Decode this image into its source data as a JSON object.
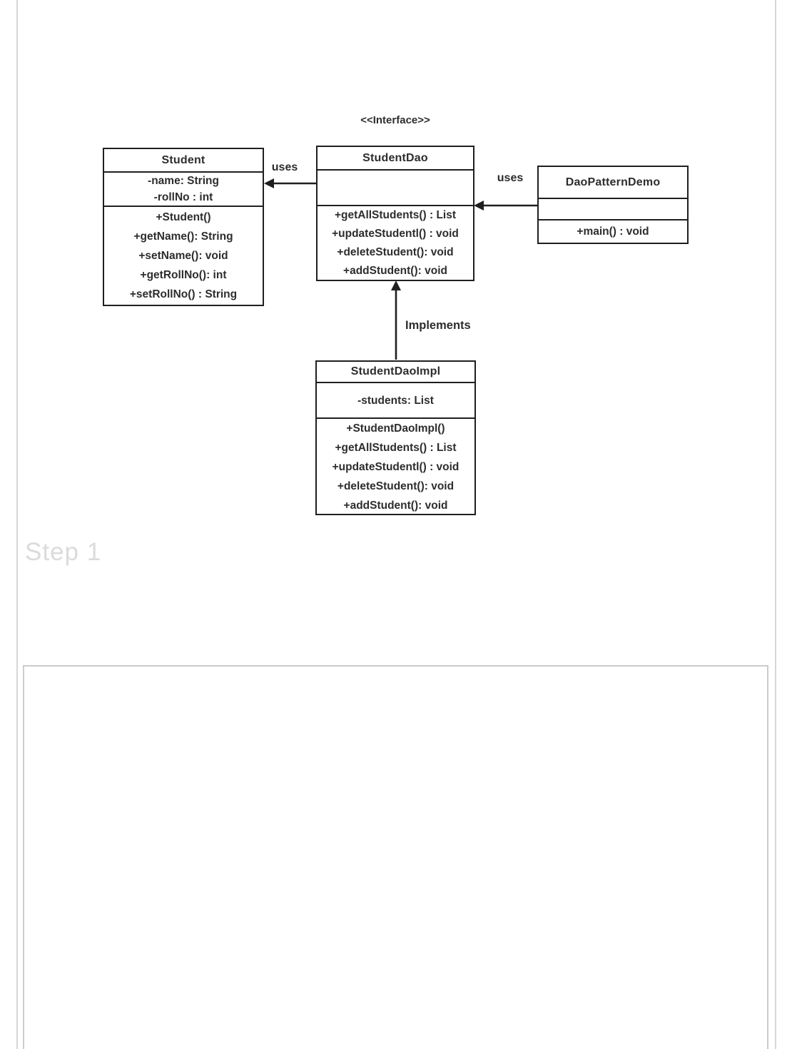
{
  "page": {
    "step_label": "Step 1"
  },
  "colors": {
    "diagram_line": "#1f1f1f",
    "diagram_text": "#2d2d2d",
    "page_edge": "#d6d6d6",
    "panel_border": "#cccccc",
    "step_text": "#dbdbdb",
    "box_fill": "#ffffff"
  },
  "diagram": {
    "stereotype": "<<Interface>>",
    "labels": {
      "uses_student": "uses",
      "uses_dao": "uses",
      "implements": "Implements"
    },
    "classes": {
      "student": {
        "title": "Student",
        "attributes": [
          "-name: String",
          "-rollNo : int"
        ],
        "methods": [
          "+Student()",
          "+getName(): String",
          "+setName(): void",
          "+getRollNo(): int",
          "+setRollNo() : String"
        ]
      },
      "student_dao": {
        "title": "StudentDao",
        "attributes": [],
        "methods": [
          "+getAllStudents() : List",
          "+updateStudentl() : void",
          "+deleteStudent(): void",
          "+addStudent(): void"
        ]
      },
      "dao_pattern_demo": {
        "title": "DaoPatternDemo",
        "attributes": [],
        "methods": [
          "+main() : void"
        ]
      },
      "student_dao_impl": {
        "title": "StudentDaoImpl",
        "attributes": [
          "-students: List"
        ],
        "methods": [
          "+StudentDaoImpl()",
          "+getAllStudents() : List",
          "+updateStudentl() : void",
          "+deleteStudent(): void",
          "+addStudent(): void"
        ]
      }
    }
  }
}
